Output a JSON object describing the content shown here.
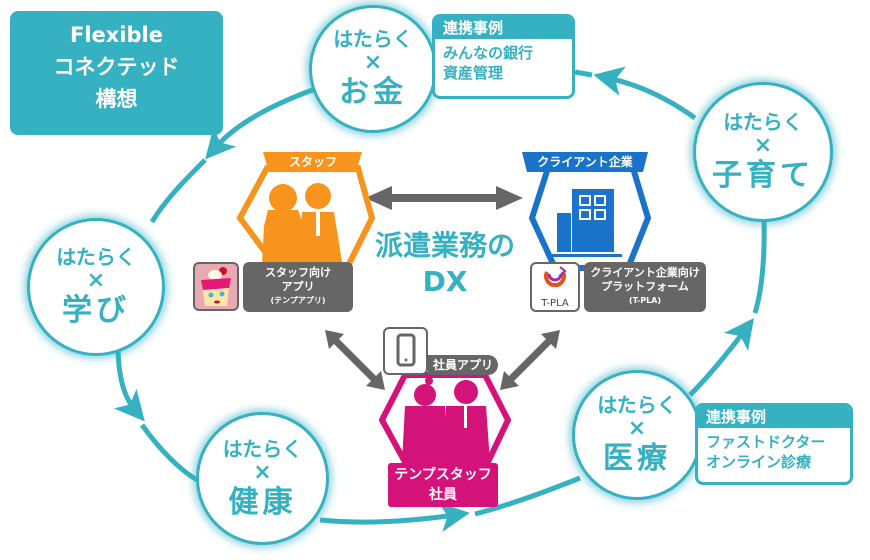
{
  "title": {
    "line1": "Flexible",
    "line2": "コネクテッド",
    "line3": "構想"
  },
  "colors": {
    "teal": "#35b1c2",
    "orange": "#f7941d",
    "blue": "#1a73c8",
    "magenta": "#d4137a",
    "gray": "#666666"
  },
  "themes": [
    {
      "prefix": "はたらく",
      "cross": "×",
      "topic": "お金"
    },
    {
      "prefix": "はたらく",
      "cross": "×",
      "topic": "子育て"
    },
    {
      "prefix": "はたらく",
      "cross": "×",
      "topic": "医療"
    },
    {
      "prefix": "はたらく",
      "cross": "×",
      "topic": "健康"
    },
    {
      "prefix": "はたらく",
      "cross": "×",
      "topic": "学び"
    }
  ],
  "cases": {
    "money": {
      "header": "連携事例",
      "line1": "みんなの銀行",
      "line2": "資産管理"
    },
    "medical": {
      "header": "連携事例",
      "line1": "ファストドクター",
      "line2": "オンライン診療"
    }
  },
  "center": {
    "line1": "派遣業務の",
    "line2": "DX"
  },
  "staff": {
    "label": "スタッフ",
    "app_line1": "スタッフ向け",
    "app_line2": "アプリ",
    "app_line3": "(テンプアプリ)",
    "app_icon": "cake-character-icon"
  },
  "client": {
    "label": "クライアント企業",
    "app_line1": "クライアント企業向け",
    "app_line2": "プラットフォーム",
    "app_line3": "(T-PLA)",
    "logo_text": "T-PLA"
  },
  "employee": {
    "label_line1": "テンプスタッフ",
    "label_line2": "社員",
    "app_label": "社員アプリ"
  }
}
